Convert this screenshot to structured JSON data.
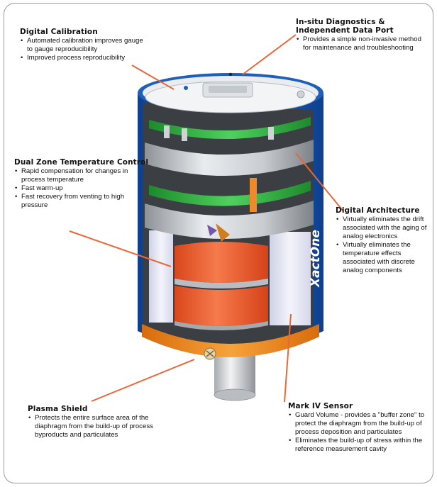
{
  "callouts": {
    "digital_calibration": {
      "title": "Digital Calibration",
      "items": [
        "Automated calibration improves gauge to gauge reproducibility",
        "Improved process reproducibility"
      ]
    },
    "insitu_diagnostics": {
      "title": "In-situ Diagnostics & Independent Data Port",
      "items": [
        "Provides a simple non-invasive method for maintenance and troubleshooting"
      ]
    },
    "dual_zone": {
      "title": "Dual Zone Temperature Control",
      "items": [
        "Rapid compensation for changes in process temperature",
        "Fast warm-up",
        "Fast recovery from venting to high pressure"
      ]
    },
    "digital_architecture": {
      "title": "Digital Architecture",
      "items": [
        "Virtually eliminates the drift associated with the aging of analog electronics",
        "Virtually eliminates the temperature effects associated with discrete analog components"
      ]
    },
    "plasma_shield": {
      "title": "Plasma Shield",
      "items": [
        "Protects the entire surface area of the diaphragm from the build-up of process byproducts and particulates"
      ]
    },
    "mark_iv": {
      "title": "Mark IV Sensor",
      "items": [
        "Guard Volume - provides a \"buffer zone\" to protect the diaphragm from the build-up of process deposition and particulates",
        "Eliminates the build-up of stress within the reference measurement cavity"
      ]
    }
  },
  "logo_text": "XactOne",
  "colors": {
    "housing_blue": "#1f5fb8",
    "circuit_green": "#2fae3e",
    "sensor_orange": "#ef6a3a",
    "base_orange": "#f08a1c",
    "leader_line": "#e8683a"
  }
}
